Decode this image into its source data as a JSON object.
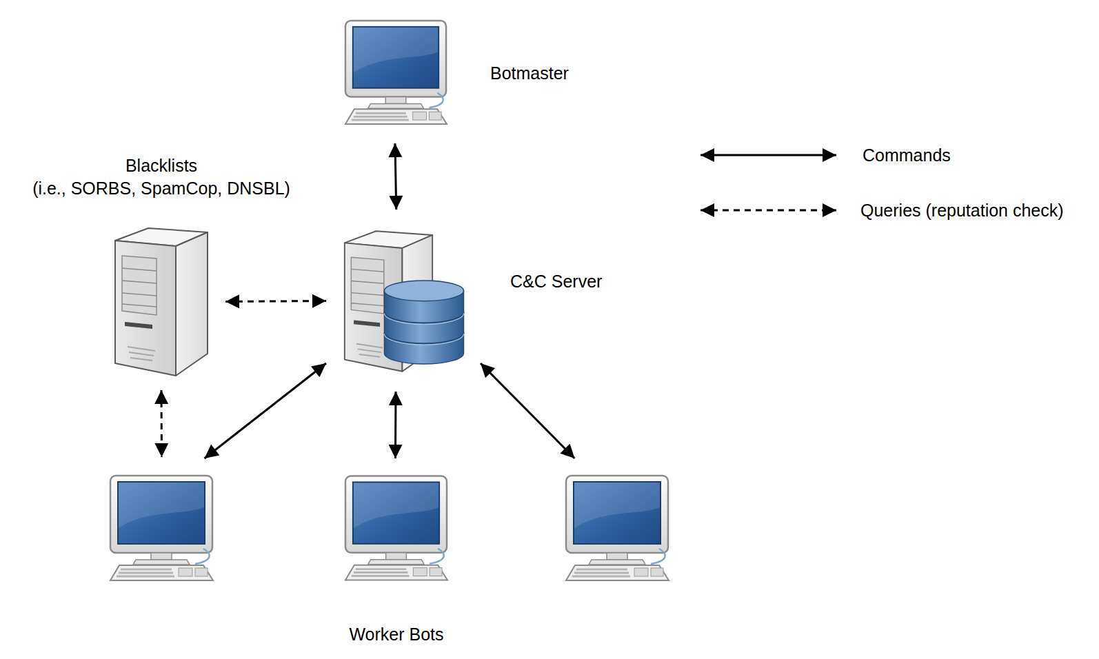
{
  "diagram": {
    "nodes": [
      {
        "text": [
          "Botmaster"
        ]
      },
      {
        "text": [
          "Blacklists (i.e., SORBS, SpamCop, DNSBL)"
        ]
      },
      {
        "text": [
          "C&C Server"
        ]
      },
      {
        "text": []
      },
      {
        "text": [
          "Worker Bots"
        ]
      },
      {
        "text": []
      }
    ],
    "edges": [
      {
        "from": 0,
        "to": 2,
        "arrow": "both"
      },
      {
        "from": 1,
        "to": 2,
        "arrow": "both"
      },
      {
        "from": 1,
        "to": 3,
        "arrow": "both"
      },
      {
        "from": 2,
        "to": 3,
        "arrow": "both"
      },
      {
        "from": 2,
        "to": 4,
        "arrow": "both"
      },
      {
        "from": 2,
        "to": 5,
        "arrow": "both"
      }
    ],
    "legend": [
      {
        "text": "Commands"
      },
      {
        "text": "Queries (reputation check)"
      }
    ]
  }
}
